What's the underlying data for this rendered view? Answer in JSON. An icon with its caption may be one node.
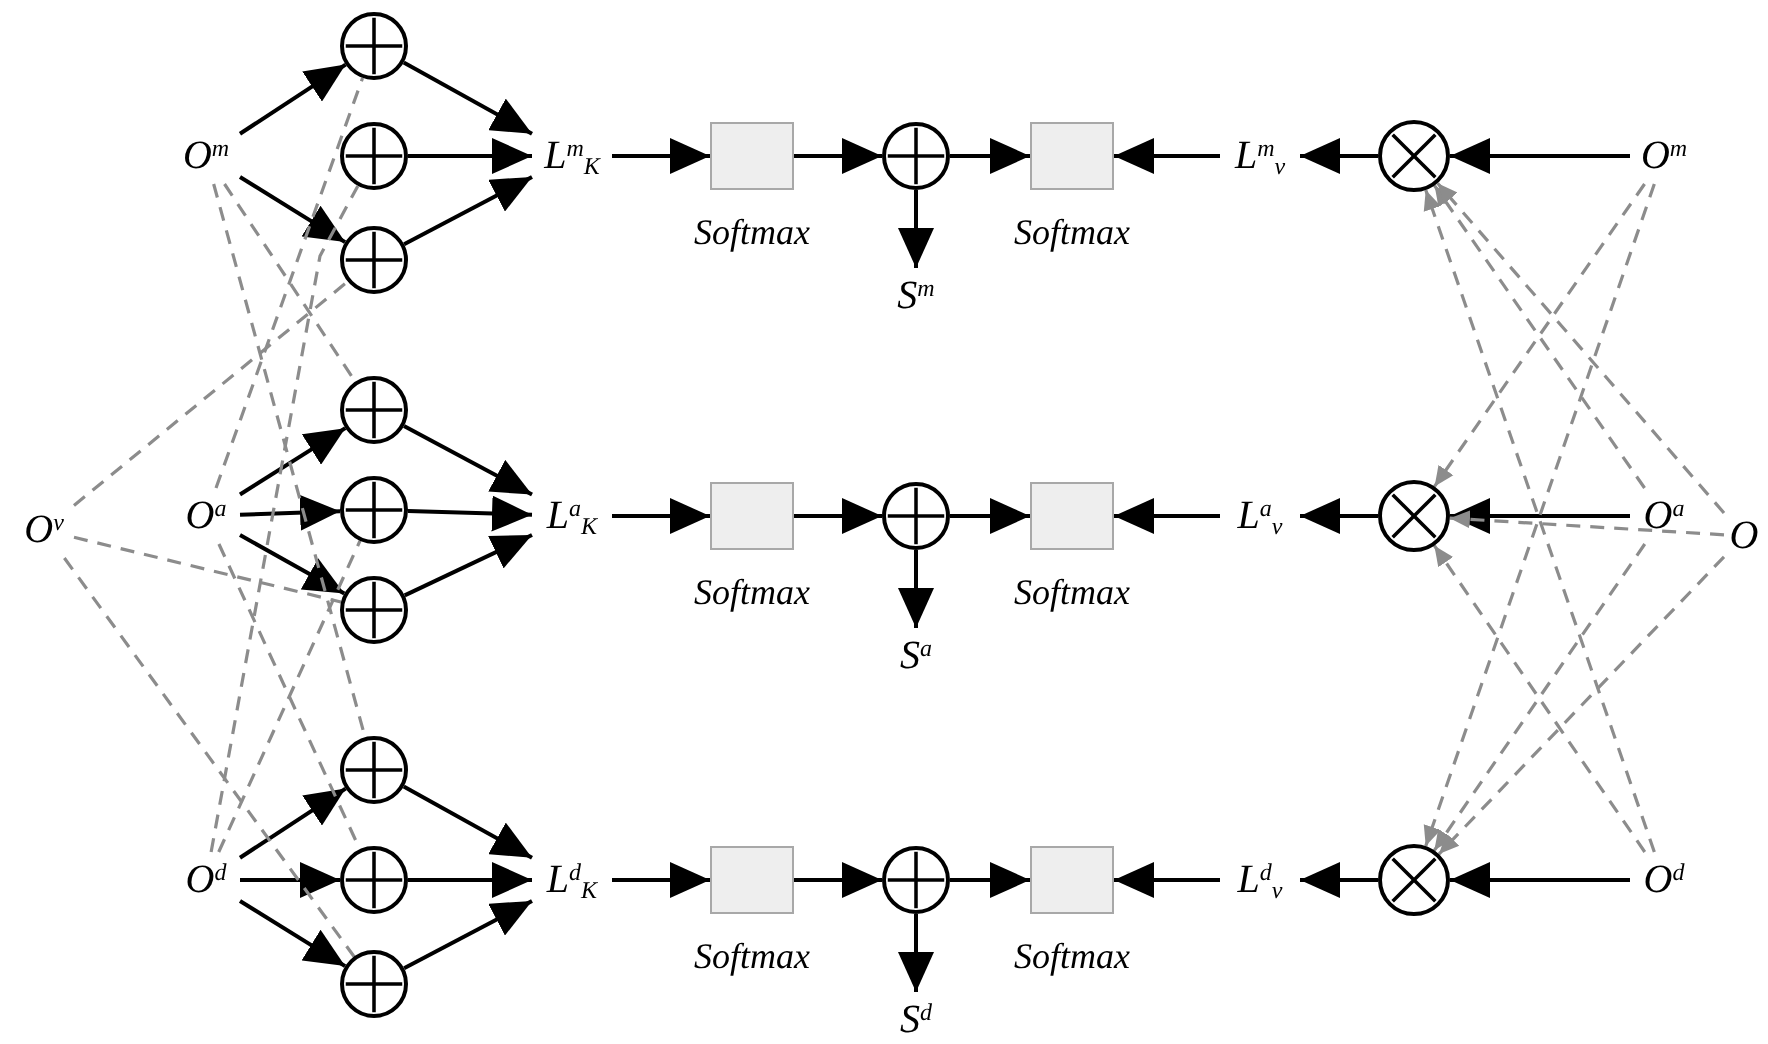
{
  "diagram": {
    "nodes": [
      {
        "text": [
          "O$^{v}$"
        ]
      },
      {
        "text": [
          "O$^{m}$"
        ]
      },
      {
        "text": [
          "O$^{a}$"
        ]
      },
      {
        "text": [
          "O$^{d}$"
        ]
      },
      {
        "text": [],
        "shape": "circle-plus"
      },
      {
        "text": [],
        "shape": "circle-plus"
      },
      {
        "text": [],
        "shape": "circle-plus"
      },
      {
        "text": [],
        "shape": "circle-plus"
      },
      {
        "text": [],
        "shape": "circle-plus"
      },
      {
        "text": [],
        "shape": "circle-plus"
      },
      {
        "text": [],
        "shape": "circle-plus"
      },
      {
        "text": [],
        "shape": "circle-plus"
      },
      {
        "text": [],
        "shape": "circle-plus"
      },
      {
        "text": [
          "L$^{m}$$_{K}$"
        ]
      },
      {
        "text": [
          "L$^{a}$$_{K}$"
        ]
      },
      {
        "text": [
          "L$^{d}$$_{K}$"
        ]
      },
      {
        "text": [],
        "shape": "box",
        "beside": [
          "Softmax"
        ]
      },
      {
        "text": [],
        "shape": "circle-plus"
      },
      {
        "text": [
          "S$^{m}$"
        ]
      },
      {
        "text": [],
        "shape": "box",
        "beside": [
          "Softmax"
        ]
      },
      {
        "text": [
          "L$^{m}$$_{v}$"
        ]
      },
      {
        "text": [],
        "shape": "circle-cross"
      },
      {
        "text": [
          "O$^{m}$"
        ]
      },
      {
        "text": [],
        "shape": "box",
        "beside": [
          "Softmax"
        ]
      },
      {
        "text": [],
        "shape": "circle-plus"
      },
      {
        "text": [
          "S$^{a}$"
        ]
      },
      {
        "text": [],
        "shape": "box",
        "beside": [
          "Softmax"
        ]
      },
      {
        "text": [
          "L$^{a}$$_{v}$"
        ]
      },
      {
        "text": [],
        "shape": "circle-cross"
      },
      {
        "text": [
          "O$^{a}$"
        ]
      },
      {
        "text": [],
        "shape": "box",
        "beside": [
          "Softmax"
        ]
      },
      {
        "text": [],
        "shape": "circle-plus"
      },
      {
        "text": [
          "S$^{d}$"
        ]
      },
      {
        "text": [],
        "shape": "box",
        "beside": [
          "Softmax"
        ]
      },
      {
        "text": [
          "L$^{d}$$_{v}$"
        ]
      },
      {
        "text": [],
        "shape": "circle-cross"
      },
      {
        "text": [
          "O$^{d}$"
        ]
      },
      {
        "text": [
          "O"
        ]
      }
    ],
    "edges": [
      {
        "from": 1,
        "to": 4,
        "arrow": "to"
      },
      {
        "from": 1,
        "to": 6,
        "arrow": "to"
      },
      {
        "from": 2,
        "to": 7,
        "arrow": "to"
      },
      {
        "from": 2,
        "to": 8,
        "arrow": "to"
      },
      {
        "from": 2,
        "to": 9,
        "arrow": "to"
      },
      {
        "from": 3,
        "to": 10,
        "arrow": "to"
      },
      {
        "from": 3,
        "to": 11,
        "arrow": "to"
      },
      {
        "from": 3,
        "to": 12,
        "arrow": "to"
      },
      {
        "from": 4,
        "to": 13,
        "arrow": "to"
      },
      {
        "from": 5,
        "to": 13,
        "arrow": "to"
      },
      {
        "from": 6,
        "to": 13,
        "arrow": "to"
      },
      {
        "from": 7,
        "to": 14,
        "arrow": "to"
      },
      {
        "from": 8,
        "to": 14,
        "arrow": "to"
      },
      {
        "from": 9,
        "to": 14,
        "arrow": "to"
      },
      {
        "from": 10,
        "to": 15,
        "arrow": "to"
      },
      {
        "from": 11,
        "to": 15,
        "arrow": "to"
      },
      {
        "from": 12,
        "to": 15,
        "arrow": "to"
      },
      {
        "from": 2,
        "to": 4,
        "arrow": "none",
        "style": "dashed",
        "color": "#8c8c8c"
      },
      {
        "from": 3,
        "to": 5,
        "arrow": "none",
        "style": "dashed",
        "color": "#8c8c8c"
      },
      {
        "from": 0,
        "to": 6,
        "arrow": "none",
        "style": "dashed",
        "color": "#8c8c8c"
      },
      {
        "from": 1,
        "to": 7,
        "arrow": "none",
        "style": "dashed",
        "color": "#8c8c8c"
      },
      {
        "from": 3,
        "to": 8,
        "arrow": "none",
        "style": "dashed",
        "color": "#8c8c8c"
      },
      {
        "from": 0,
        "to": 9,
        "arrow": "none",
        "style": "dashed",
        "color": "#8c8c8c"
      },
      {
        "from": 1,
        "to": 10,
        "arrow": "none",
        "style": "dashed",
        "color": "#8c8c8c"
      },
      {
        "from": 2,
        "to": 11,
        "arrow": "none",
        "style": "dashed",
        "color": "#8c8c8c"
      },
      {
        "from": 0,
        "to": 12,
        "arrow": "none",
        "style": "dashed",
        "color": "#8c8c8c"
      },
      {
        "from": 13,
        "to": 16,
        "arrow": "to"
      },
      {
        "from": 16,
        "to": 17,
        "arrow": "to"
      },
      {
        "from": 17,
        "to": 19,
        "arrow": "to"
      },
      {
        "from": 17,
        "to": 18,
        "arrow": "to"
      },
      {
        "from": 20,
        "to": 19,
        "arrow": "to"
      },
      {
        "from": 21,
        "to": 20,
        "arrow": "to"
      },
      {
        "from": 22,
        "to": 21,
        "arrow": "to"
      },
      {
        "from": 14,
        "to": 23,
        "arrow": "to"
      },
      {
        "from": 23,
        "to": 24,
        "arrow": "to"
      },
      {
        "from": 24,
        "to": 26,
        "arrow": "to"
      },
      {
        "from": 24,
        "to": 25,
        "arrow": "to"
      },
      {
        "from": 27,
        "to": 26,
        "arrow": "to"
      },
      {
        "from": 28,
        "to": 27,
        "arrow": "to"
      },
      {
        "from": 29,
        "to": 28,
        "arrow": "to"
      },
      {
        "from": 15,
        "to": 30,
        "arrow": "to"
      },
      {
        "from": 30,
        "to": 31,
        "arrow": "to"
      },
      {
        "from": 31,
        "to": 33,
        "arrow": "to"
      },
      {
        "from": 31,
        "to": 32,
        "arrow": "to"
      },
      {
        "from": 34,
        "to": 33,
        "arrow": "to"
      },
      {
        "from": 35,
        "to": 34,
        "arrow": "to"
      },
      {
        "from": 36,
        "to": 35,
        "arrow": "to"
      },
      {
        "from": 29,
        "to": 21,
        "arrow": "to",
        "style": "dashed",
        "color": "#8c8c8c"
      },
      {
        "from": 36,
        "to": 21,
        "arrow": "to",
        "style": "dashed",
        "color": "#8c8c8c"
      },
      {
        "from": 37,
        "to": 21,
        "arrow": "to",
        "style": "dashed",
        "color": "#8c8c8c"
      },
      {
        "from": 22,
        "to": 28,
        "arrow": "to",
        "style": "dashed",
        "color": "#8c8c8c"
      },
      {
        "from": 36,
        "to": 28,
        "arrow": "to",
        "style": "dashed",
        "color": "#8c8c8c"
      },
      {
        "from": 37,
        "to": 28,
        "arrow": "to",
        "style": "dashed",
        "color": "#8c8c8c"
      },
      {
        "from": 22,
        "to": 35,
        "arrow": "to",
        "style": "dashed",
        "color": "#8c8c8c"
      },
      {
        "from": 29,
        "to": 35,
        "arrow": "to",
        "style": "dashed",
        "color": "#8c8c8c"
      },
      {
        "from": 37,
        "to": 35,
        "arrow": "to",
        "style": "dashed",
        "color": "#8c8c8c"
      }
    ]
  }
}
